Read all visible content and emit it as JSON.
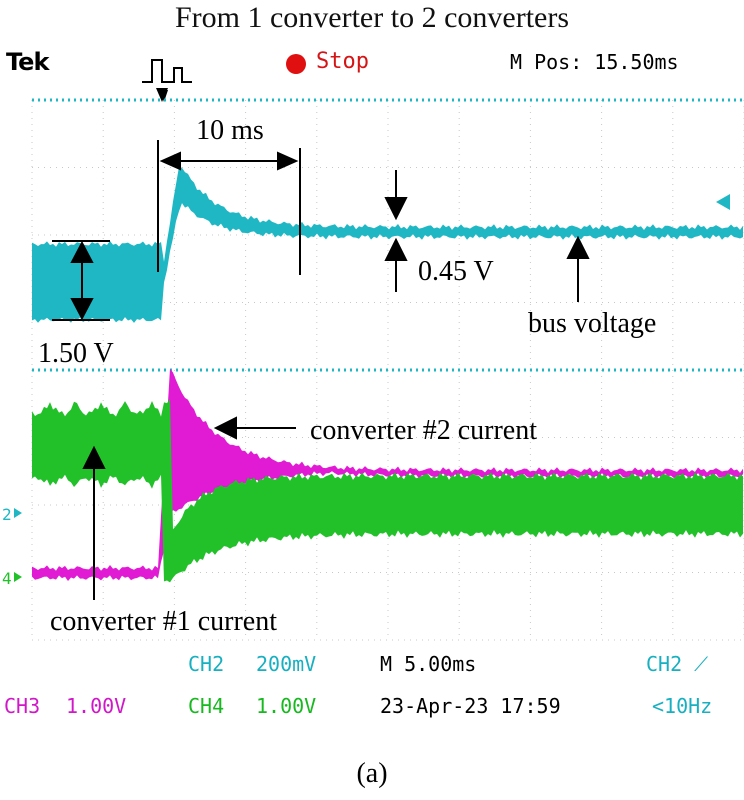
{
  "figure": {
    "title": "From 1 converter to 2 converters",
    "caption": "(a)"
  },
  "scope": {
    "brand": "Tek",
    "run_state": "Stop",
    "m_pos": "M Pos: 15.50ms",
    "ch2_label": "CH2",
    "ch2_scale": "200mV",
    "ch3_label": "CH3",
    "ch3_scale": "1.00V",
    "ch4_label": "CH4",
    "ch4_scale": "1.00V",
    "timebase": "M 5.00ms",
    "datetime": "23-Apr-23 17:59",
    "trigger_source": "CH2 ⟋",
    "trigger_freq": "<10Hz",
    "marker_2": "2",
    "marker_4": "4"
  },
  "annotations": {
    "time_span": "10 ms",
    "ripple_before": "1.50 V",
    "ripple_after": "0.45 V",
    "bus_voltage": "bus voltage",
    "conv2_current": "converter #2 current",
    "conv1_current": "converter #1 current"
  },
  "colors": {
    "bus_voltage": "#1fb7c4",
    "converter_1": "#22c12a",
    "converter_2": "#e11ad4",
    "grid": "#c8c8c8",
    "cyan_text": "#18b0c0",
    "magenta_text": "#d018c8",
    "green_text": "#18b820"
  }
}
